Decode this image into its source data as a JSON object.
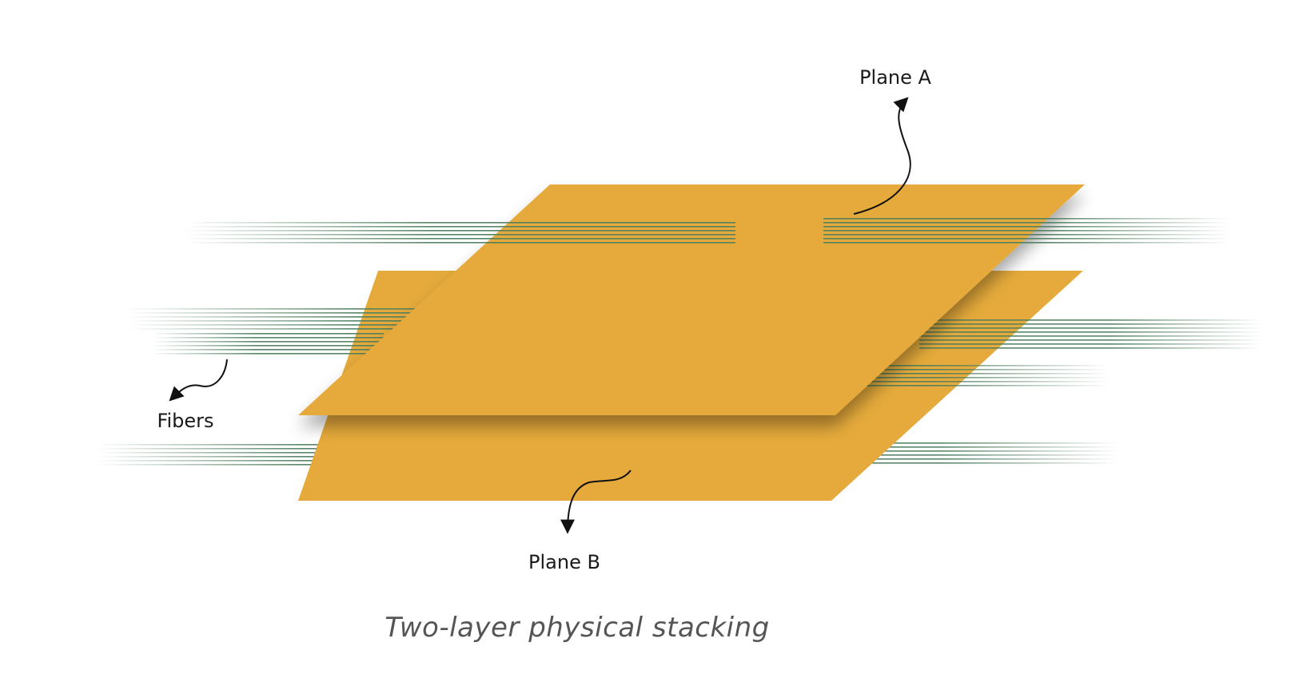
{
  "diagram": {
    "labels": {
      "plane_a": "Plane A",
      "plane_b": "Plane B",
      "fibers": "Fibers"
    },
    "caption": "Two-layer physical stacking",
    "colors": {
      "plane": "#E5AA3B",
      "plane_edge": "#D99A2A",
      "fiber": "#4F7F5F",
      "text": "#1a1a1a",
      "caption": "#555555"
    }
  }
}
